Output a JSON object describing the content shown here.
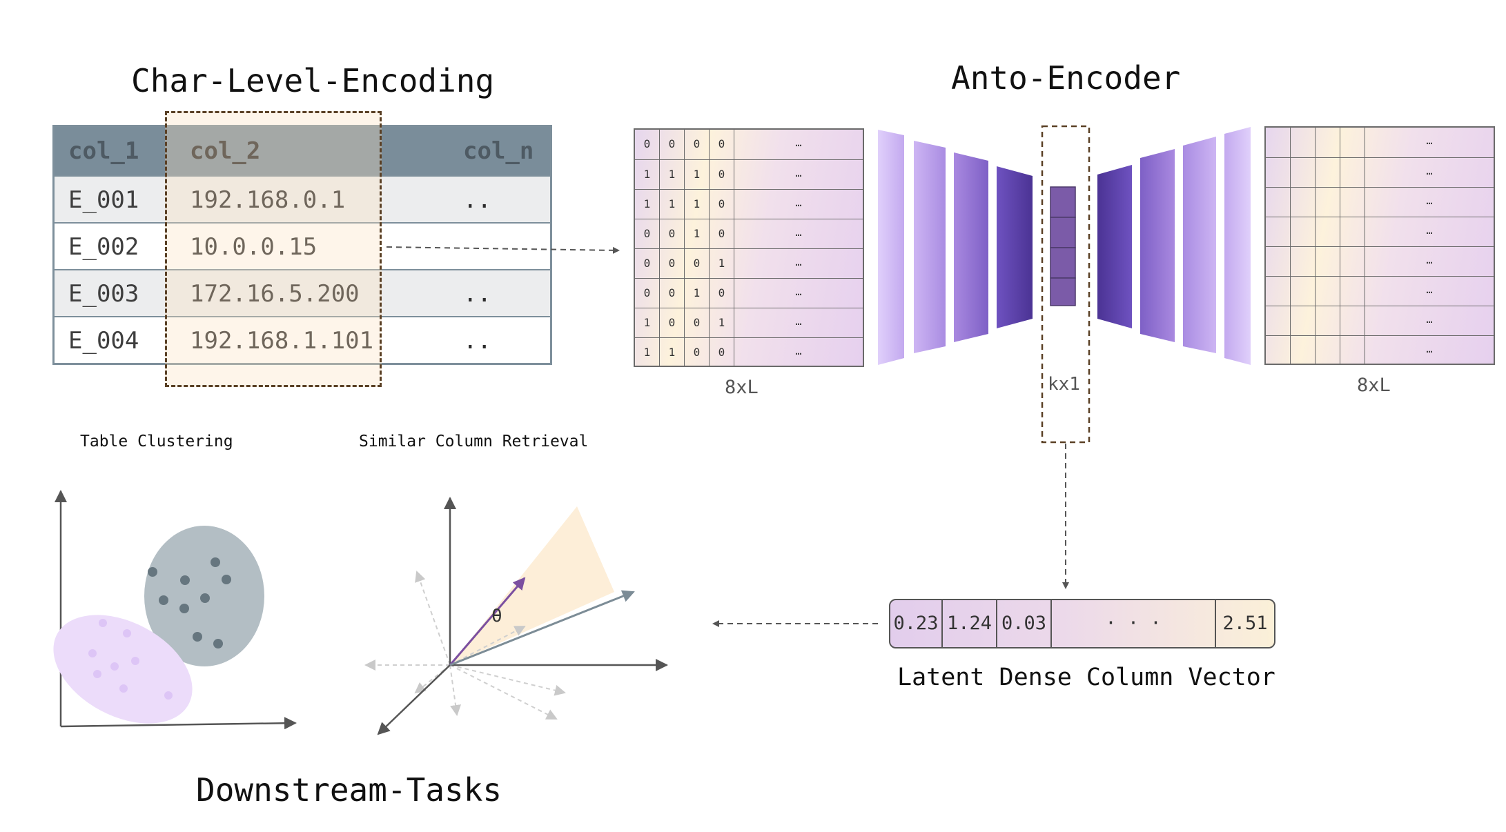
{
  "titles": {
    "encoding": "Char-Level-Encoding",
    "autoencoder": "Anto-Encoder",
    "downstream": "Downstream-Tasks",
    "latent": "Latent Dense Column Vector"
  },
  "table": {
    "headers": [
      "col_1",
      "col_2",
      "col_n"
    ],
    "rows": [
      [
        "E_001",
        "192.168.0.1",
        ".."
      ],
      [
        "E_002",
        "10.0.0.15",
        ""
      ],
      [
        "E_003",
        "172.16.5.200",
        ".."
      ],
      [
        "E_004",
        "192.168.1.101",
        ".."
      ]
    ]
  },
  "input_matrix": {
    "rows": [
      [
        "0",
        "0",
        "0",
        "0"
      ],
      [
        "1",
        "1",
        "1",
        "0"
      ],
      [
        "1",
        "1",
        "1",
        "0"
      ],
      [
        "0",
        "0",
        "1",
        "0"
      ],
      [
        "0",
        "0",
        "0",
        "1"
      ],
      [
        "0",
        "0",
        "1",
        "0"
      ],
      [
        "1",
        "0",
        "0",
        "1"
      ],
      [
        "1",
        "1",
        "0",
        "0"
      ]
    ],
    "ellipsis": "…",
    "dim_label": "8xL"
  },
  "output_matrix": {
    "ellipsis": "…",
    "dim_label": "8xL"
  },
  "bottleneck_label": "kx1",
  "latent_vector": {
    "values": [
      "0.23",
      "1.24",
      "0.03",
      "· · ·",
      "2.51"
    ]
  },
  "tasks": {
    "clustering": "Table Clustering",
    "retrieval": "Similar Column Retrieval",
    "angle_label": "θ"
  },
  "colors": {
    "table_header": "#7a8d9a",
    "highlight_border": "#5a4025",
    "encoder_dark": "#4b3394",
    "encoder_light": "#d8c6f6",
    "cluster_gray": "#b3bec4",
    "cluster_purple": "#ecdcfa",
    "angle_fill": "#fdeed8",
    "vector_purple": "#7b4fa0"
  }
}
